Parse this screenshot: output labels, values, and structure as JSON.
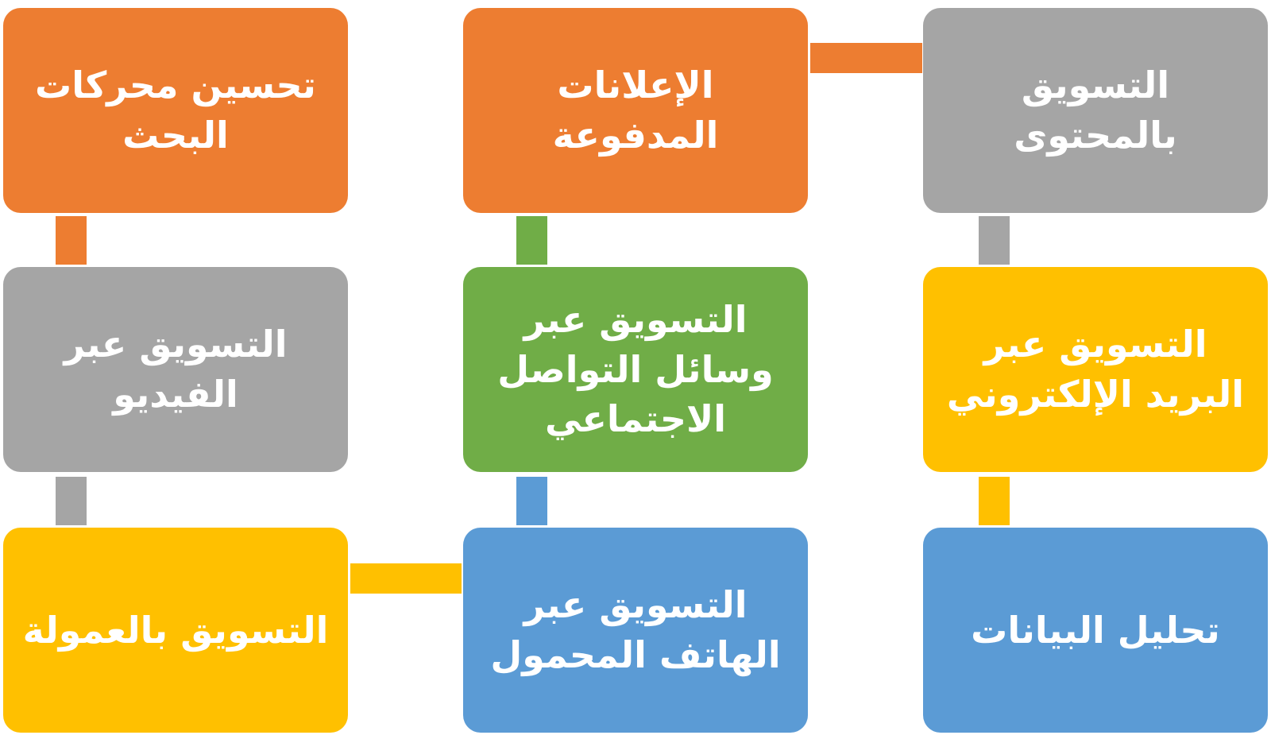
{
  "colors": {
    "orange": "#ed7d31",
    "gray": "#a5a5a5",
    "gold": "#ffc000",
    "green": "#70ad47",
    "blue": "#5b9bd5",
    "text": "#ffffff"
  },
  "boxes": {
    "content_marketing": "التسويق بالمحتوى",
    "paid_ads": "الإعلانات\nالمدفوعة",
    "seo": "تحسين محركات\nالبحث",
    "email_marketing": "التسويق عبر\nالبريد الإلكتروني",
    "social_media": "التسويق عبر\nوسائل التواصل\nالاجتماعي",
    "video_marketing": "التسويق عبر\nالفيديو",
    "data_analysis": "تحليل البيانات",
    "mobile_marketing": "التسويق عبر\nالهاتف المحمول",
    "affiliate_marketing": "التسويق بالعمولة"
  }
}
